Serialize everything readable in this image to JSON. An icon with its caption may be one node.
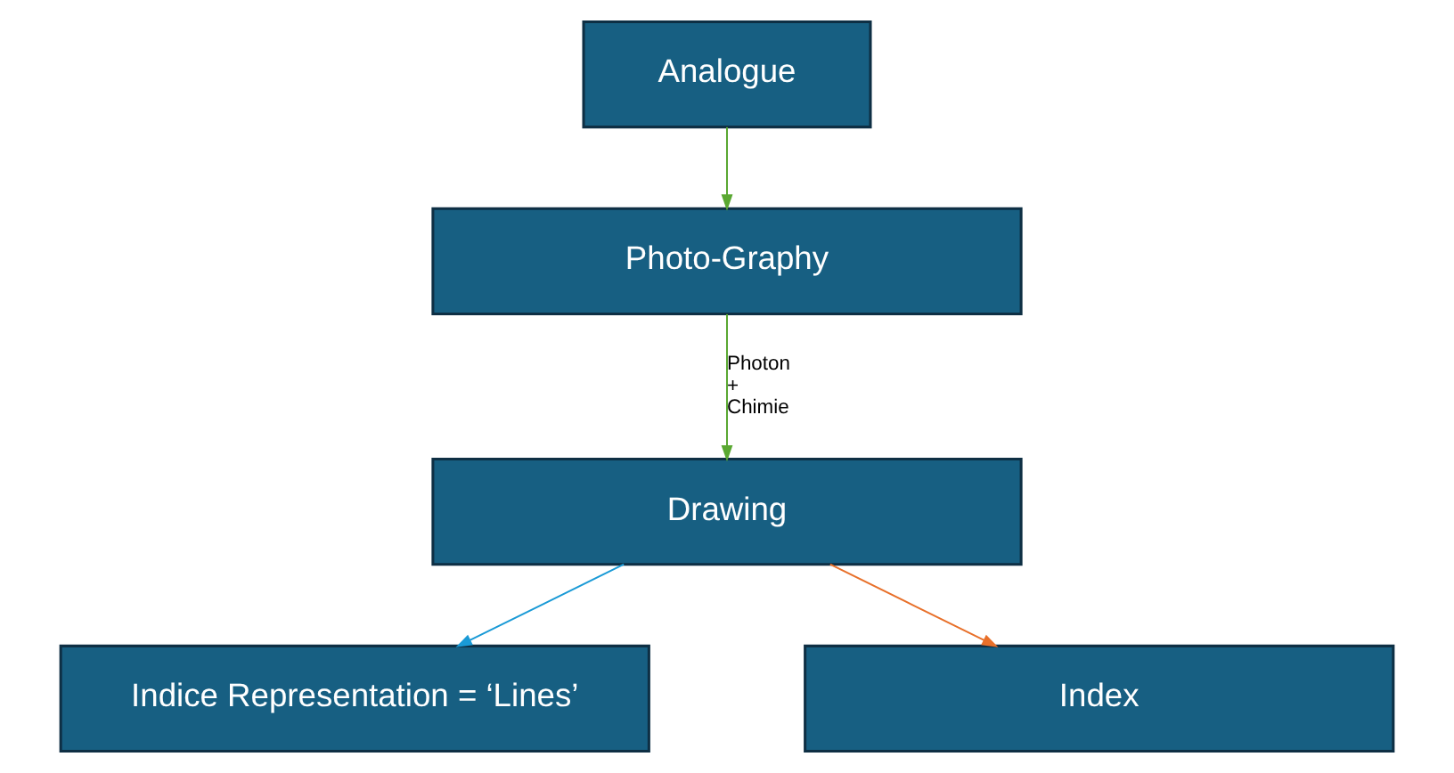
{
  "diagram": {
    "nodes": [
      {
        "text": [
          "Analogue"
        ]
      },
      {
        "text": [
          "Photo-Graphy"
        ]
      },
      {
        "text": [
          "Drawing"
        ]
      },
      {
        "text": [
          "Indice Representation = ‘Lines’"
        ]
      },
      {
        "text": [
          "Index"
        ]
      }
    ],
    "edges": [
      {
        "from": 0,
        "to": 1,
        "arrow": "to",
        "color": "#5aa832"
      },
      {
        "from": 1,
        "to": 2,
        "arrow": "to",
        "color": "#5aa832",
        "label": "Photon + Chimie"
      },
      {
        "from": 2,
        "to": 3,
        "arrow": "to",
        "color": "#1a9ad6"
      },
      {
        "from": 2,
        "to": 4,
        "arrow": "to",
        "color": "#e8702a"
      }
    ]
  }
}
